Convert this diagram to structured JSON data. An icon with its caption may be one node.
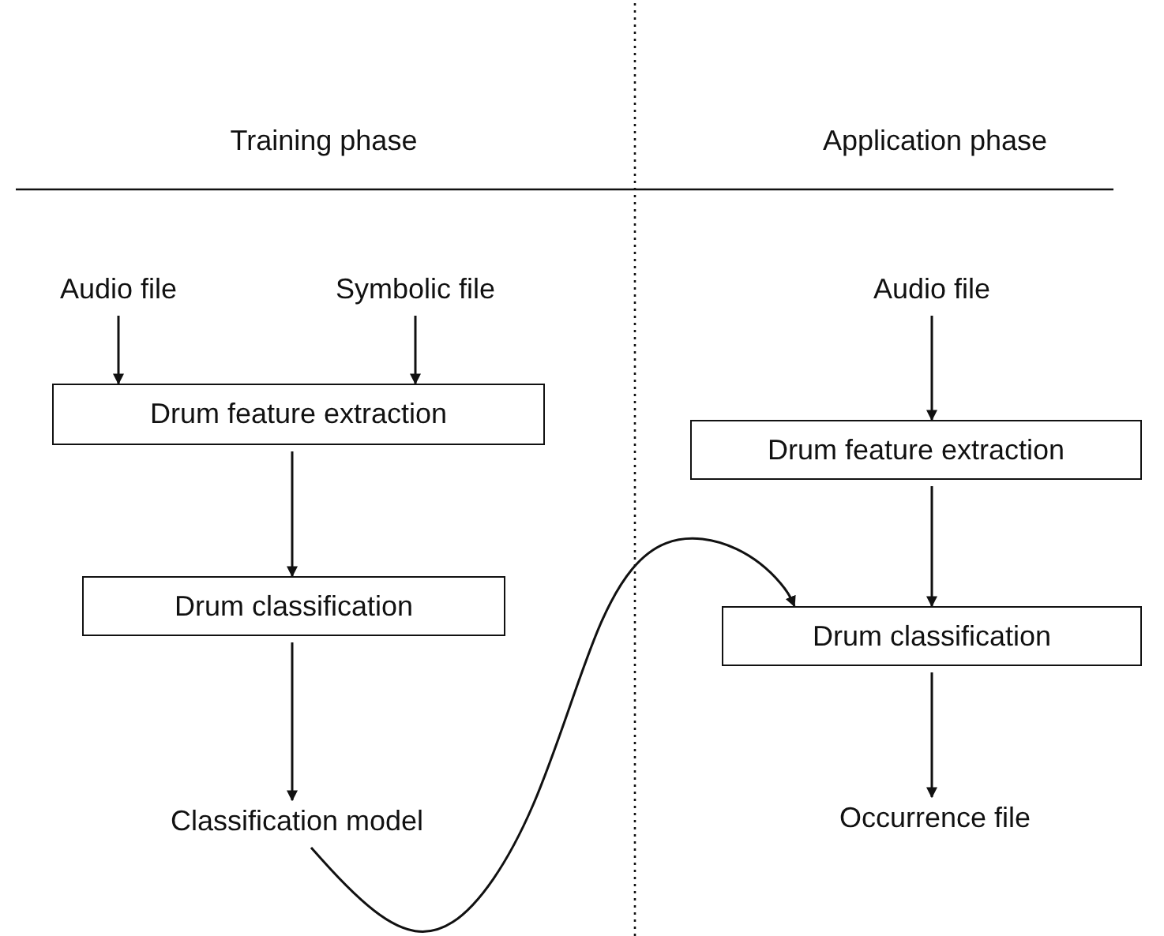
{
  "diagram": {
    "nodes": [
      {
        "text": [
          "Audio file"
        ]
      },
      {
        "text": [
          "Symbolic file"
        ]
      },
      {
        "text": [
          "Drum feature extraction"
        ]
      },
      {
        "text": [
          "Drum classification"
        ]
      },
      {
        "text": [
          "Classification model"
        ]
      },
      {
        "text": [
          "Audio file"
        ]
      },
      {
        "text": [
          "Drum feature extraction"
        ]
      },
      {
        "text": [
          "Drum classification"
        ]
      },
      {
        "text": [
          "Occurrence file"
        ]
      }
    ],
    "edges": [
      {
        "from": 0,
        "to": 2,
        "arrow": "to"
      },
      {
        "from": 1,
        "to": 2,
        "arrow": "to"
      },
      {
        "from": 2,
        "to": 3,
        "arrow": "to"
      },
      {
        "from": 3,
        "to": 4,
        "arrow": "to"
      },
      {
        "from": 5,
        "to": 6,
        "arrow": "to"
      },
      {
        "from": 6,
        "to": 7,
        "arrow": "to"
      },
      {
        "from": 7,
        "to": 8,
        "arrow": "to"
      },
      {
        "from": 4,
        "to": 7,
        "arrow": "to"
      }
    ],
    "labels": [
      "Training phase",
      "Application phase"
    ]
  }
}
